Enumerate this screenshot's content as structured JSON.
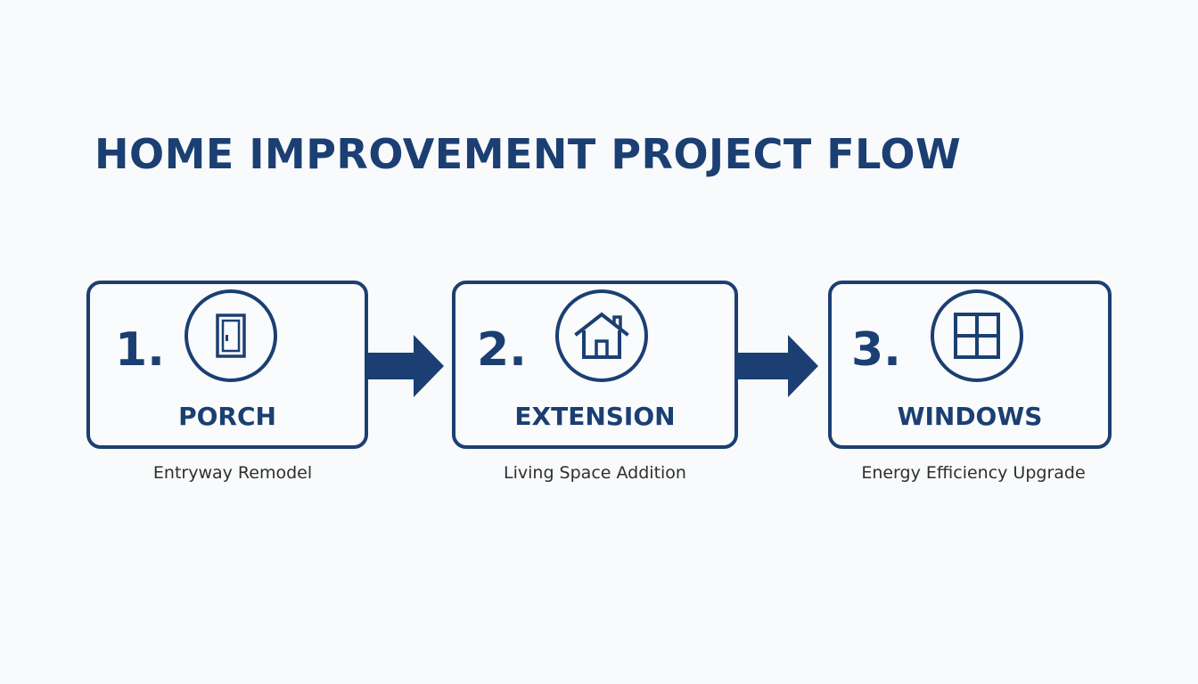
{
  "title": "HOME IMPROVEMENT PROJECT FLOW",
  "colors": {
    "primary": "#1b3f72",
    "background": "#f9fafb",
    "caption": "#2e2e2e"
  },
  "steps": [
    {
      "number": "1.",
      "label": "PORCH",
      "caption": "Entryway Remodel",
      "icon": "door-icon"
    },
    {
      "number": "2.",
      "label": "EXTENSION",
      "caption": "Living Space Addition",
      "icon": "house-icon"
    },
    {
      "number": "3.",
      "label": "WINDOWS",
      "caption": "Energy Efficiency Upgrade",
      "icon": "window-icon"
    }
  ],
  "connectors": [
    "arrow-right-icon",
    "arrow-right-icon"
  ]
}
